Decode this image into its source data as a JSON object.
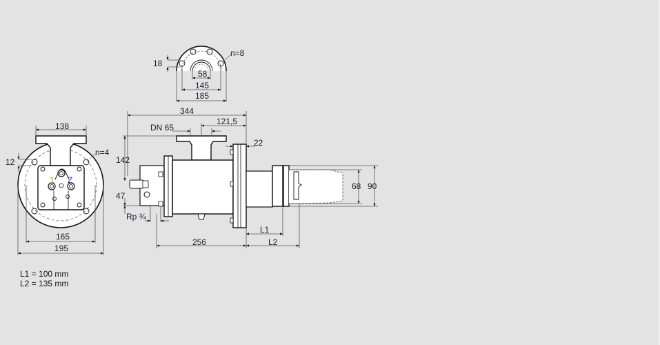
{
  "drawing": {
    "type": "dimensional drawing",
    "background": "#e3e3e3",
    "line_color": "#111111",
    "dim_color": "#555555",
    "text_color": "#1a1a2e"
  },
  "flange_top_view": {
    "bolt_hole_dia": "18",
    "bolt_count": "n=8",
    "inner_dia": "58",
    "bolt_circle": "145",
    "outer_dia": "185"
  },
  "front_view": {
    "flange_width": "138",
    "bolt_offset": "12",
    "bolt_count": "n=4",
    "bolt_circle": "165",
    "outer_dia": "195",
    "terminal_labels": [
      "1",
      "Z"
    ]
  },
  "side_view": {
    "overall_length": "344",
    "inlet_nominal": "DN 65",
    "inlet_offset": "121,5",
    "flange_thickness": "22",
    "height": "142",
    "offset_low": "47",
    "connection_thread": "Rp ¾",
    "body_length": "256",
    "tube_inner_dia": "68",
    "tube_outer_dia": "90",
    "l1_label": "L1",
    "l2_label": "L2"
  },
  "notes": {
    "l1": "L1 = 100 mm",
    "l2": "L2 = 135 mm"
  }
}
